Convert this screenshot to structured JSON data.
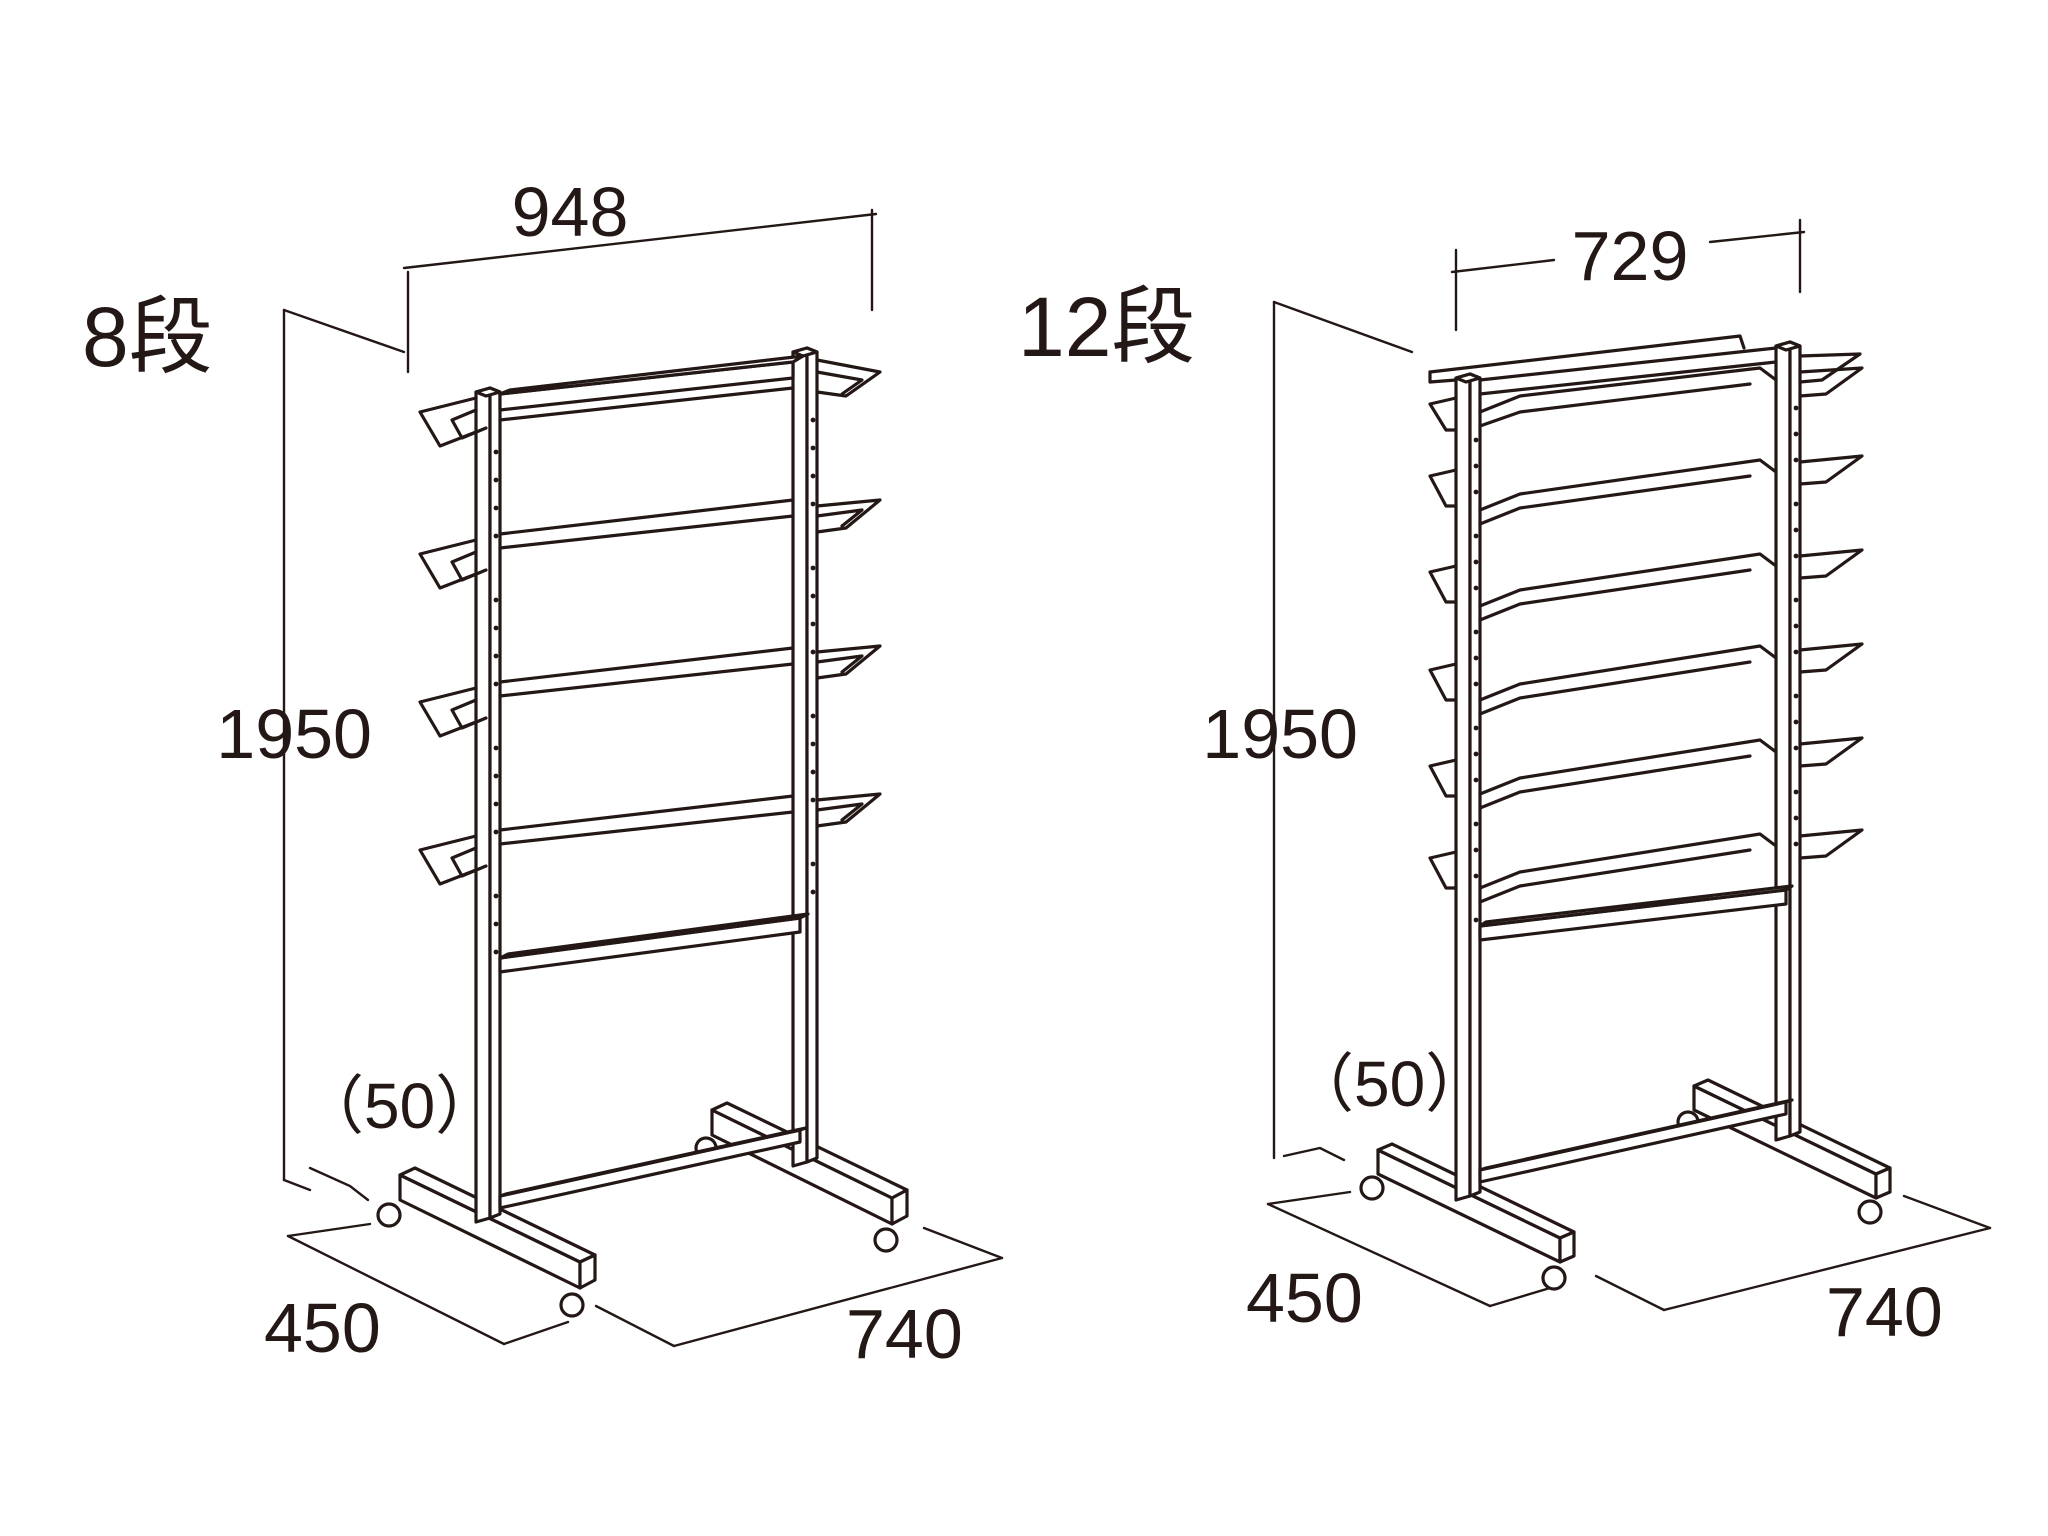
{
  "left": {
    "title": "8段",
    "width": "948",
    "height": "1950",
    "depth": "450",
    "base": "740",
    "clearance": "（50）"
  },
  "right": {
    "title": "12段",
    "width": "729",
    "height": "1950",
    "depth": "450",
    "base": "740",
    "clearance": "（50）"
  }
}
